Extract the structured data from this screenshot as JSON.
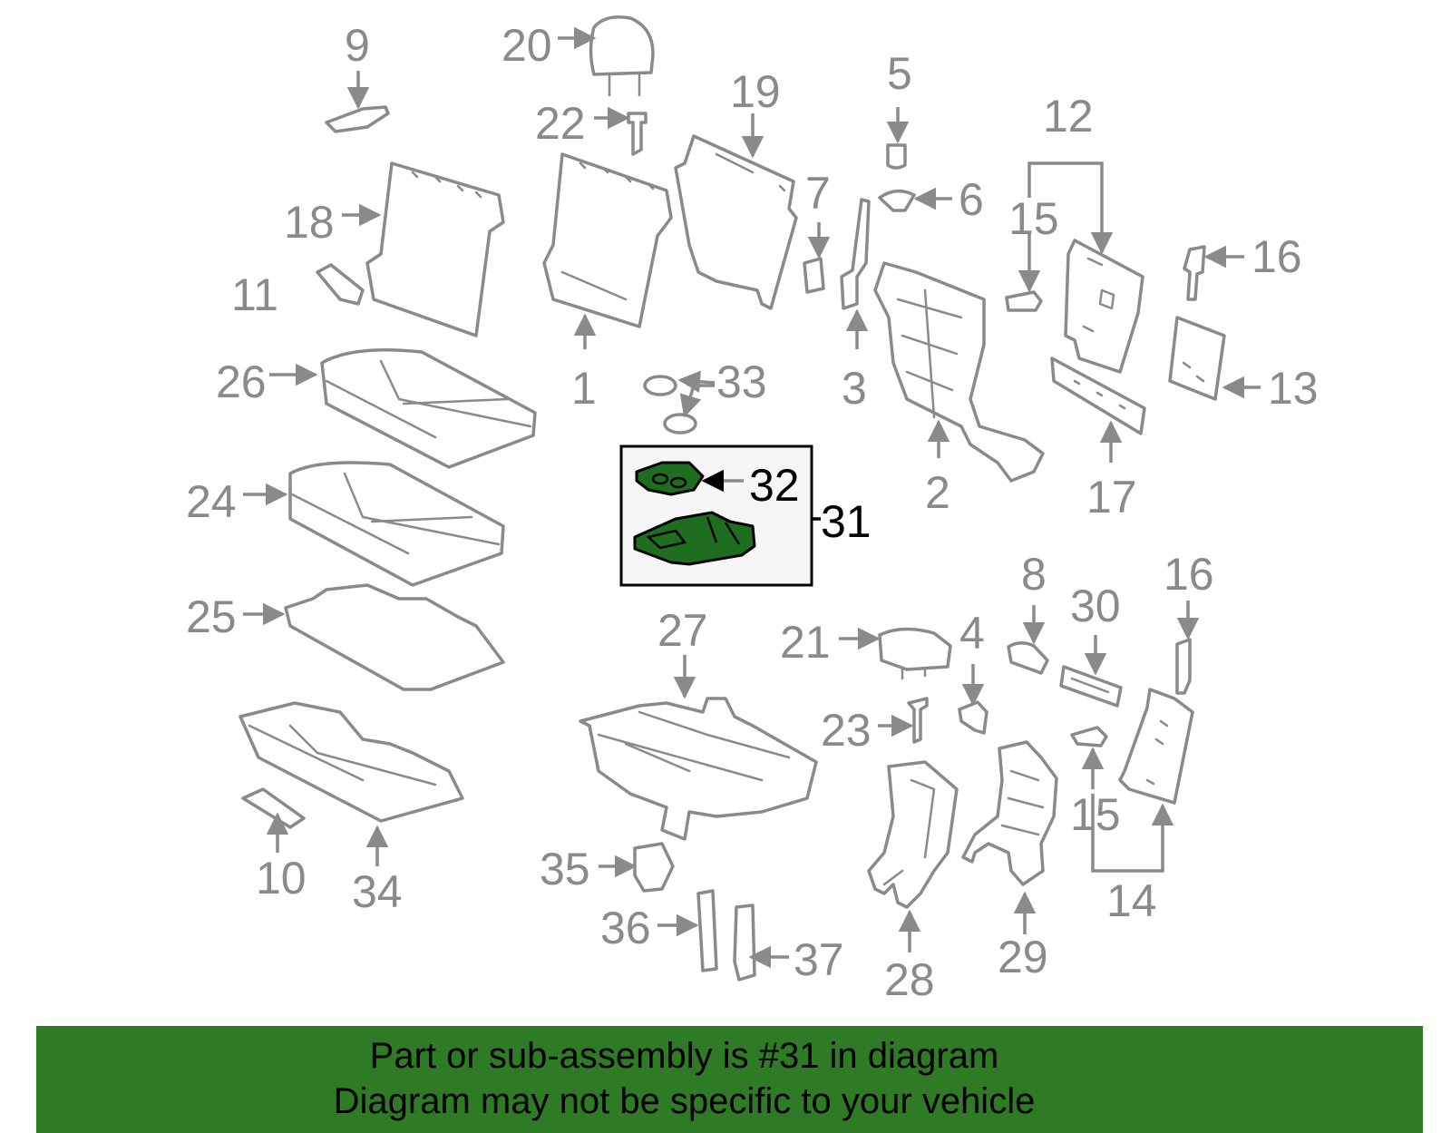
{
  "diagram": {
    "highlighted_part": "31",
    "callouts": [
      "1",
      "2",
      "3",
      "4",
      "5",
      "6",
      "7",
      "8",
      "9",
      "10",
      "11",
      "12",
      "13",
      "14",
      "15",
      "15",
      "16",
      "16",
      "17",
      "18",
      "19",
      "20",
      "21",
      "22",
      "23",
      "24",
      "25",
      "26",
      "27",
      "28",
      "29",
      "30",
      "31",
      "32",
      "33",
      "34",
      "35",
      "36",
      "37"
    ],
    "highlight_color": "#1f6e1f",
    "label_color": "#8a8a8a"
  },
  "banner": {
    "line1": "Part or sub-assembly is #31 in diagram",
    "line2": "Diagram may not be specific to your vehicle",
    "background": "#2f7a24"
  }
}
